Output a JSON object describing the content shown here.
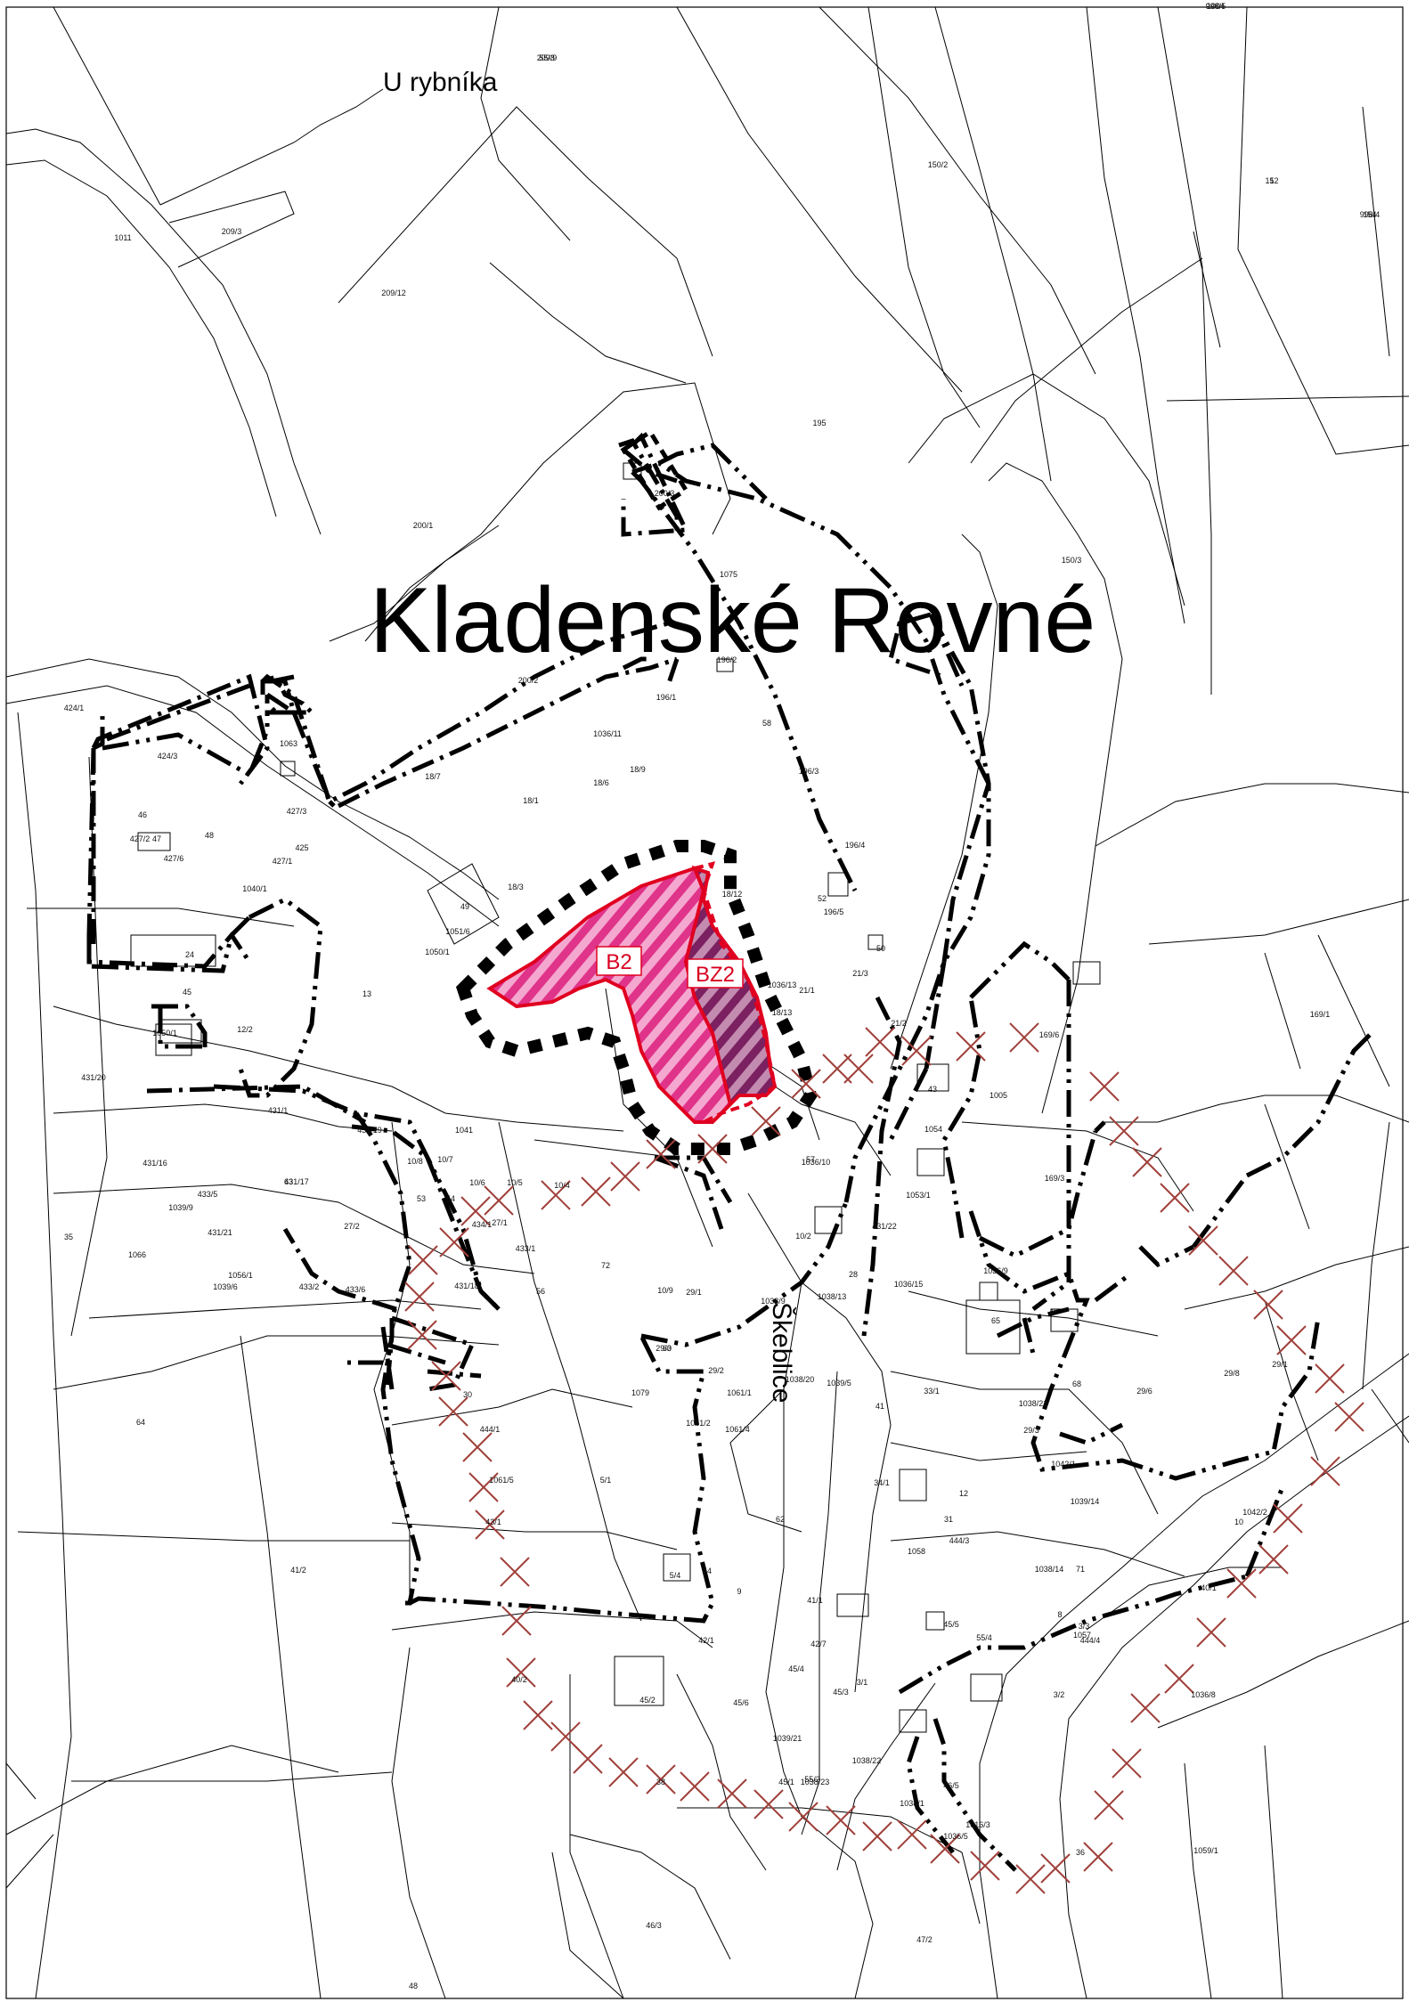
{
  "map": {
    "locality_main": "Kladenské Rovné",
    "locality_north": "U rybníka",
    "street_name": "Škeblice",
    "zones": {
      "b2": {
        "label": "B2"
      },
      "bz2": {
        "label": "BZ2"
      }
    },
    "colors": {
      "zone_hatch": "#e0338a",
      "zone_hatch_dark": "#7b2060",
      "zone_outline": "#e00020",
      "boundary": "#000000",
      "x_marks": "#a0403a"
    },
    "parcel_labels": [
      "209/9",
      "1004",
      "152",
      "154",
      "150/2",
      "1011",
      "209/3",
      "209/12",
      "195",
      "200/3",
      "200/1",
      "150/3",
      "1075",
      "424/1",
      "424/3",
      "1063",
      "46",
      "427/2",
      "47",
      "48",
      "427/3",
      "427/6",
      "425",
      "427/1",
      "1040/1",
      "24",
      "200/2",
      "18/7",
      "18/1",
      "18/6",
      "18/9",
      "1036/11",
      "196/1",
      "196/2",
      "58",
      "196/3",
      "196/4",
      "52",
      "196/5",
      "50",
      "49",
      "18/3",
      "1051/6",
      "1050/1",
      "13",
      "45",
      "12/2",
      "18/12",
      "21/3",
      "21/2",
      "1036/13",
      "18/13",
      "21/1",
      "169/6",
      "169/1",
      "1050/1",
      "431/20",
      "1005",
      "43",
      "1054",
      "431/1",
      "1041",
      "431/19",
      "1036/10",
      "57",
      "169/3",
      "431/16",
      "10/8",
      "10/7",
      "10/6",
      "10/5",
      "10/4",
      "53",
      "54",
      "431/17",
      "63",
      "1053/1",
      "1039/9",
      "433/5",
      "431/21",
      "434/1",
      "27/1",
      "27/2",
      "431/22",
      "35",
      "1066",
      "433/1",
      "10/2",
      "1036/9",
      "1056/1",
      "72",
      "28",
      "1036/15",
      "1039/6",
      "433/2",
      "433/6",
      "431/18",
      "56",
      "10/9",
      "29/1",
      "1038/9",
      "1038/13",
      "40",
      "65",
      "60",
      "29/3",
      "29/2",
      "1038/20",
      "1039/5",
      "41",
      "33/1",
      "68",
      "29/6",
      "29/8",
      "29/1",
      "30",
      "1079",
      "1061/1",
      "1038/21",
      "64",
      "444/1",
      "1061/2",
      "1061/4",
      "29/3",
      "1042/1",
      "1061/5",
      "5/1",
      "34/1",
      "12",
      "1042/2",
      "62",
      "31",
      "1039/14",
      "10",
      "43/1",
      "5/4",
      "44",
      "9",
      "41/1",
      "444/3",
      "1058",
      "1038/14",
      "71",
      "8",
      "41/2",
      "42/1",
      "42/7",
      "45/5",
      "55/4",
      "444/4",
      "3/3",
      "1057",
      "40/1",
      "40/2",
      "45/2",
      "45/4",
      "45/3",
      "45/6",
      "3/1",
      "3/2",
      "1036/8",
      "1039/21",
      "1038/22",
      "46/5",
      "45/1",
      "55/2",
      "1038/23",
      "38",
      "1038/1",
      "1036/5",
      "1016/3",
      "36",
      "1059/1",
      "46/3",
      "47/2",
      "48",
      "55/3",
      "998/5",
      "1",
      "998/4"
    ]
  }
}
